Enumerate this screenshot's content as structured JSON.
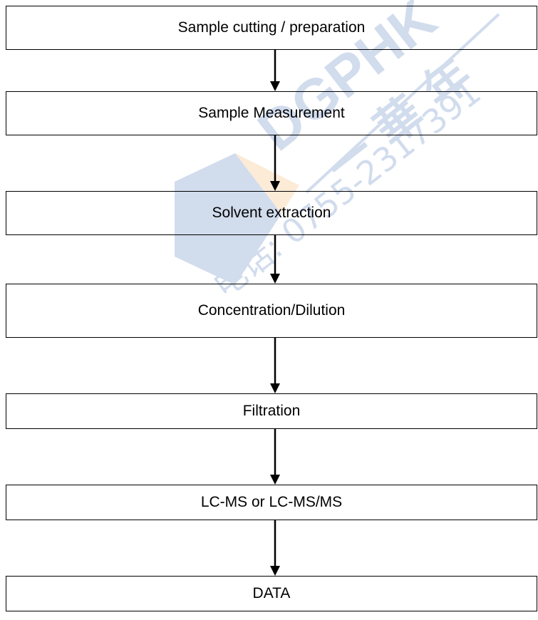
{
  "flowchart": {
    "steps": [
      {
        "label": "Sample cutting / preparation"
      },
      {
        "label": "Sample Measurement"
      },
      {
        "label": "Solvent extraction"
      },
      {
        "label": "Concentration/Dilution"
      },
      {
        "label": "Filtration"
      },
      {
        "label": "LC-MS or LC-MS/MS"
      },
      {
        "label": "DATA"
      }
    ]
  },
  "watermark": {
    "brand": "DGPHK",
    "chinese_brand": "一 華 年",
    "phone_line": "电话: 0755-2317391",
    "accent_color": "#f39c3a",
    "logo_color": "#2f5fae"
  },
  "colors": {
    "border": "#000000",
    "text": "#000000",
    "background": "#ffffff"
  }
}
